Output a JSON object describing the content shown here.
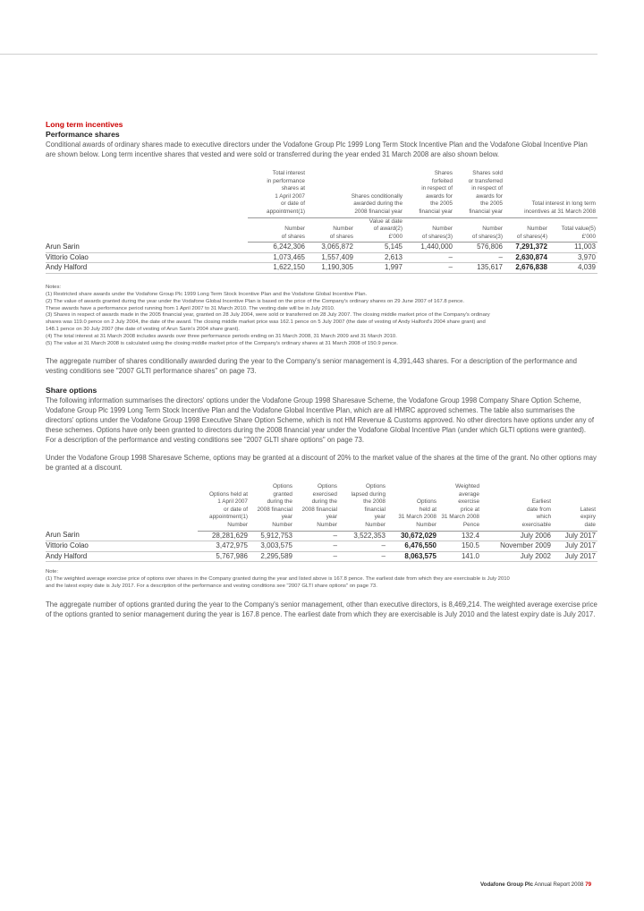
{
  "lti": {
    "heading": "Long term incentives",
    "subheading": "Performance shares",
    "intro": "Conditional awards of ordinary shares made to executive directors under the Vodafone Group Plc 1999 Long Term Stock Incentive Plan and the Vodafone Global Incentive Plan are shown below. Long term incentive shares that vested and were sold or transferred during the year ended 31 March 2008 are also shown below.",
    "header": {
      "c1": [
        "Total interest",
        "in performance",
        "shares at",
        "1 April 2007",
        "or date of",
        "appointment(1)"
      ],
      "c23": [
        "Shares conditionally",
        "awarded during the",
        "2008 financial year"
      ],
      "c3top": "Value at date",
      "c4": [
        "Shares",
        "forfeited",
        "in respect of",
        "awards for",
        "the 2005",
        "financial year"
      ],
      "c5": [
        "Shares sold",
        "or transferred",
        "in respect of",
        "awards for",
        "the 2005",
        "financial year"
      ],
      "c67": [
        "Total interest in long term",
        "incentives at 31 March 2008"
      ],
      "units": [
        [
          "Number",
          "of shares"
        ],
        [
          "Number",
          "of shares"
        ],
        [
          "of award(2)",
          "£'000"
        ],
        [
          "Number",
          "of shares(3)"
        ],
        [
          "Number",
          "of shares(3)"
        ],
        [
          "Number",
          "of shares(4)"
        ],
        [
          "Total value(5)",
          "£'000"
        ]
      ]
    },
    "rows": [
      {
        "name": "Arun Sarin",
        "cells": [
          "6,242,306",
          "3,065,872",
          "5,145",
          "1,440,000",
          "576,806",
          "7,291,372",
          "11,003"
        ]
      },
      {
        "name": "Vittorio Colao",
        "cells": [
          "1,073,465",
          "1,557,409",
          "2,613",
          "–",
          "–",
          "2,630,874",
          "3,970"
        ]
      },
      {
        "name": "Andy Halford",
        "cells": [
          "1,622,150",
          "1,190,305",
          "1,997",
          "–",
          "135,617",
          "2,676,838",
          "4,039"
        ]
      }
    ],
    "notes_title": "Notes:",
    "notes": [
      [
        "(1) Restricted share awards under the Vodafone Group Plc 1999 Long Term Stock Incentive Plan and the Vodafone Global Incentive Plan."
      ],
      [
        "(2) The value of awards granted during the year under the Vodafone Global Incentive Plan is based on the price of the Company's ordinary shares on 29 June 2007 of 167.8 pence.",
        "These awards have a performance period running from 1 April 2007 to 31 March 2010. The vesting date will be in July 2010."
      ],
      [
        "(3) Shares in respect of awards made in the 2005 financial year, granted on 28 July 2004, were sold or transferred on 28 July 2007. The closing middle market price of the Company's ordinary",
        "shares was 119.0 pence on 2 July 2004, the date of the award. The closing middle market price was 162.1 pence on 5 July 2007 (the date of vesting of Andy Halford's 2004 share grant) and",
        "148.1 pence on 30 July 2007 (the date of vesting of Arun Sarin's 2004 share grant)."
      ],
      [
        "(4) The total interest at 31 March 2008 includes awards over three performance periods ending on 31 March 2008, 31 March 2009 and 31 March 2010."
      ],
      [
        "(5) The value at 31 March 2008 is calculated using the closing middle market price of the Company's ordinary shares at 31 March 2008 of 150.9 pence."
      ]
    ],
    "aggregate": "The aggregate number of shares conditionally awarded during the year to the Company's senior management is 4,391,443 shares. For a description of the performance and vesting conditions see \"2007 GLTI performance shares\" on page 73."
  },
  "options": {
    "subheading": "Share options",
    "para1": "The following information summarises the directors' options under the Vodafone Group 1998 Sharesave Scheme, the Vodafone Group 1998 Company Share Option Scheme, Vodafone Group Plc 1999 Long Term Stock Incentive Plan and the Vodafone Global Incentive Plan, which are all HMRC approved schemes. The table also summarises the directors' options under the Vodafone Group 1998 Executive Share Option Scheme, which is not HM Revenue & Customs approved. No other directors have options under any of these schemes. Options have only been granted to directors during the 2008 financial year under the Vodafone Global Incentive Plan (under which GLTI options were granted). For a description of the performance and vesting conditions see \"2007 GLTI share options\" on page 73.",
    "para2": "Under the Vodafone Group 1998 Sharesave Scheme, options may be granted at a discount of 20% to the market value of the shares at the time of the grant. No other options may be granted at a discount.",
    "header": [
      [
        "Options held at",
        "1 April 2007",
        "or date of",
        "appointment(1)",
        "Number"
      ],
      [
        "Options",
        "granted",
        "during the",
        "2008 financial",
        "year",
        "Number"
      ],
      [
        "Options",
        "exercised",
        "during the",
        "2008 financial",
        "year",
        "Number"
      ],
      [
        "Options",
        "lapsed during",
        "the 2008",
        "financial",
        "year",
        "Number"
      ],
      [
        "Options",
        "held at",
        "31 March 2008",
        "Number"
      ],
      [
        "Weighted",
        "average",
        "exercise",
        "price at",
        "31 March 2008",
        "Pence"
      ],
      [
        "Earliest",
        "date from",
        "which",
        "exercisable"
      ],
      [
        "Latest",
        "expiry",
        "date"
      ]
    ],
    "rows": [
      {
        "name": "Arun Sarin",
        "cells": [
          "28,281,629",
          "5,912,753",
          "–",
          "3,522,353",
          "30,672,029",
          "132.4",
          "July 2006",
          "July 2017"
        ]
      },
      {
        "name": "Vittorio Colao",
        "cells": [
          "3,472,975",
          "3,003,575",
          "–",
          "–",
          "6,476,550",
          "150.5",
          "November 2009",
          "July 2017"
        ]
      },
      {
        "name": "Andy Halford",
        "cells": [
          "5,767,986",
          "2,295,589",
          "–",
          "–",
          "8,063,575",
          "141.0",
          "July 2002",
          "July 2017"
        ]
      }
    ],
    "note_title": "Note:",
    "note": [
      "(1) The weighted average exercise price of options over shares in the Company granted during the year and listed above is 167.8 pence. The earliest date from which they are exercisable is July 2010",
      "and the latest expiry date is July 2017. For a description of the performance and vesting conditions see \"2007 GLTI share options\" on page 73."
    ],
    "aggregate": "The aggregate number of options granted during the year to the Company's senior management, other than executive directors, is 8,469,214. The weighted average exercise price of the options granted to senior management during the year is 167.8 pence. The earliest date from which they are exercisable is July 2010 and the latest expiry date is July 2017."
  },
  "footer": {
    "company": "Vodafone Group Plc",
    "report": "Annual Report 2008",
    "page": "79"
  }
}
